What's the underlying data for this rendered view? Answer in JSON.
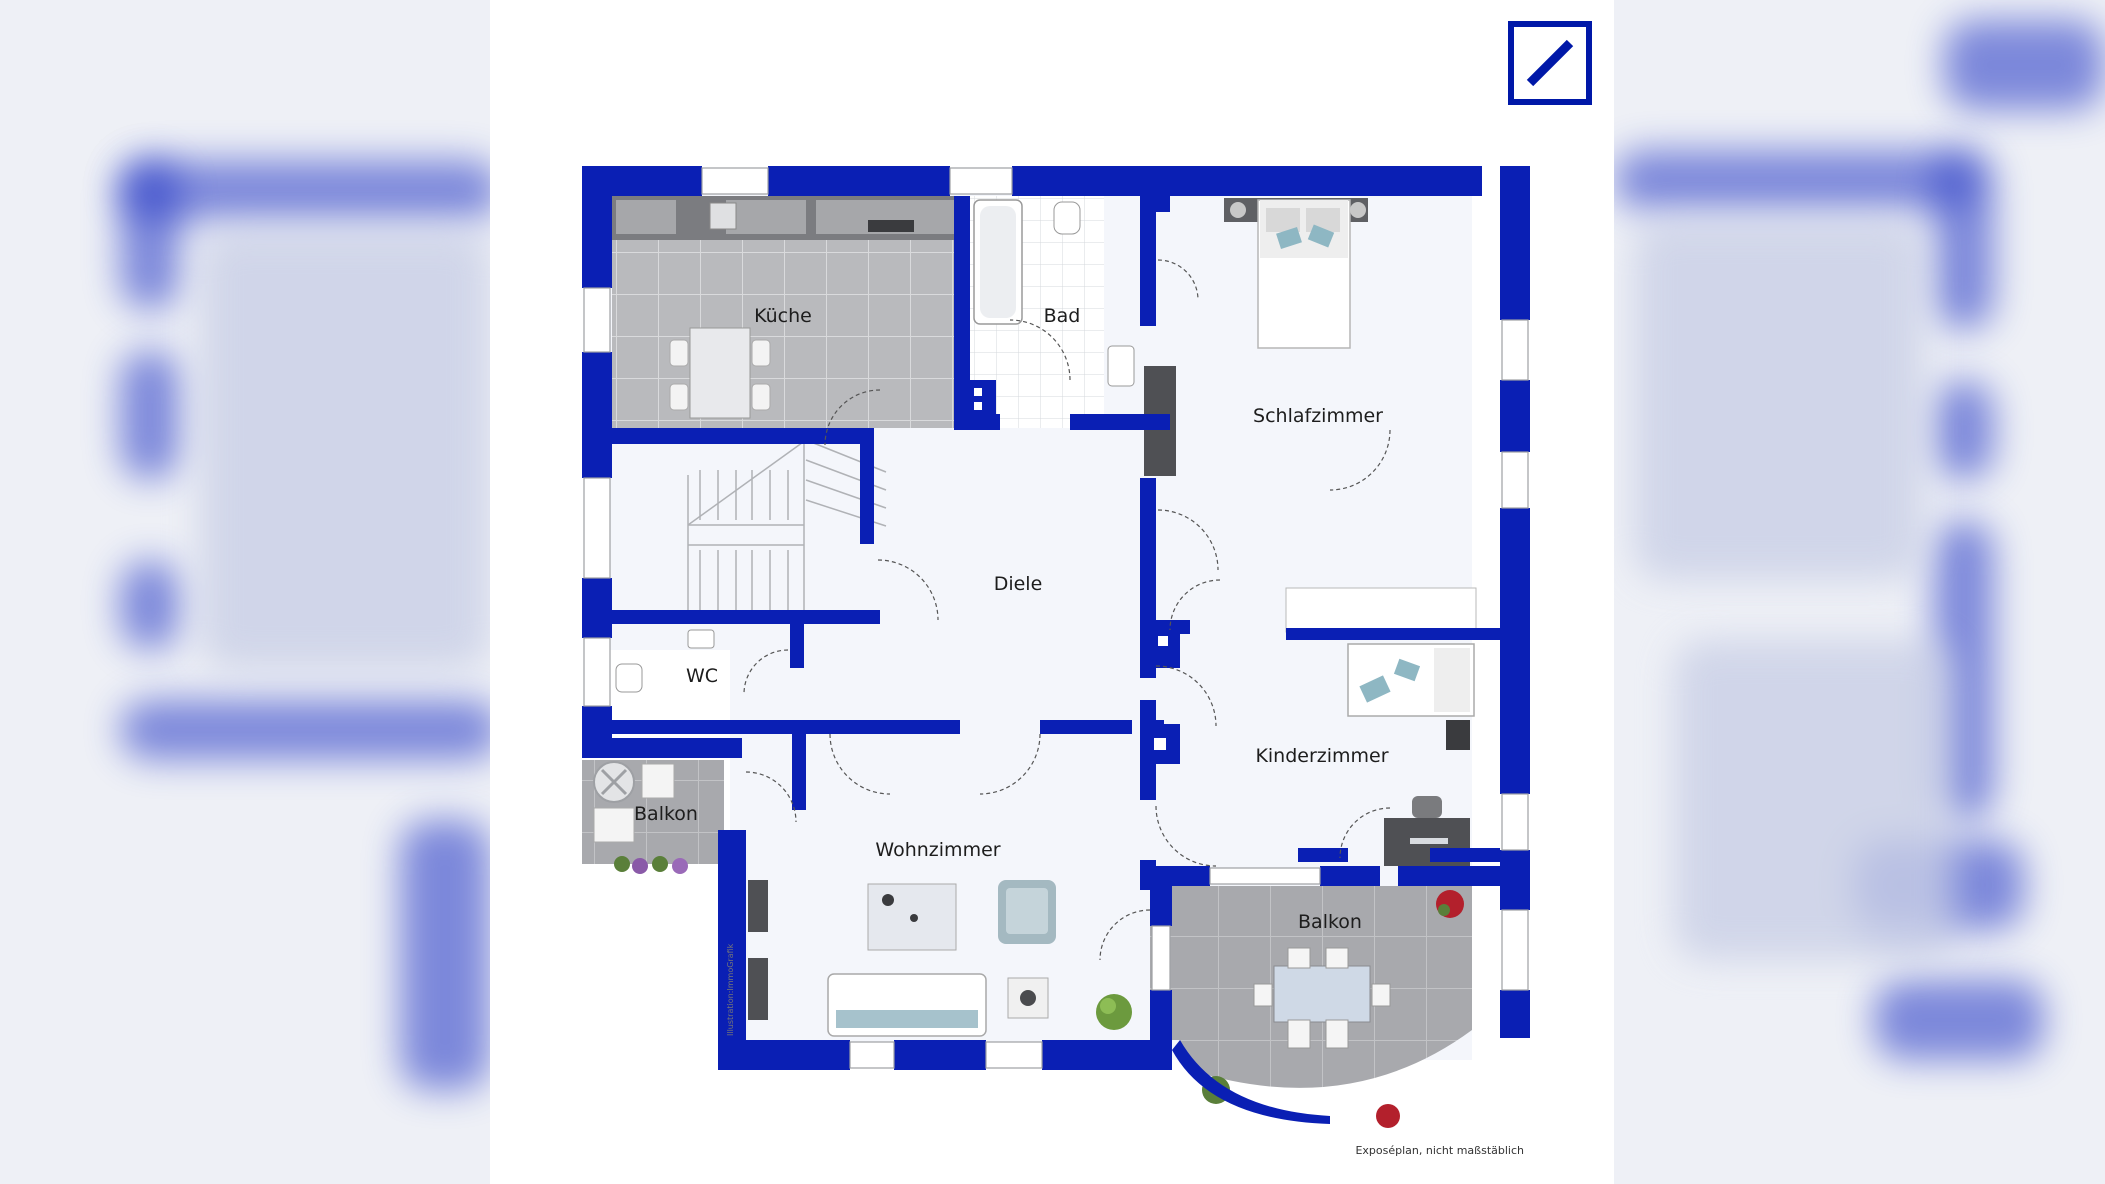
{
  "logo": {
    "name": "deutsche-bank-logo",
    "color": "#0018a8"
  },
  "colors": {
    "wall": "#0a1fb4",
    "floor": "#f4f6fb",
    "tile": "#b9babd",
    "terrace": "#a9aaad"
  },
  "rooms": {
    "kueche": "Küche",
    "bad": "Bad",
    "schlafzimmer": "Schlafzimmer",
    "diele": "Diele",
    "wc": "WC",
    "balkon_links": "Balkon",
    "wohnzimmer": "Wohnzimmer",
    "kinderzimmer": "Kinderzimmer",
    "balkon_rechts": "Balkon"
  },
  "caption": "Exposéplan, nicht maßstäblich",
  "credit": "Illustration:ImmoGrafik"
}
